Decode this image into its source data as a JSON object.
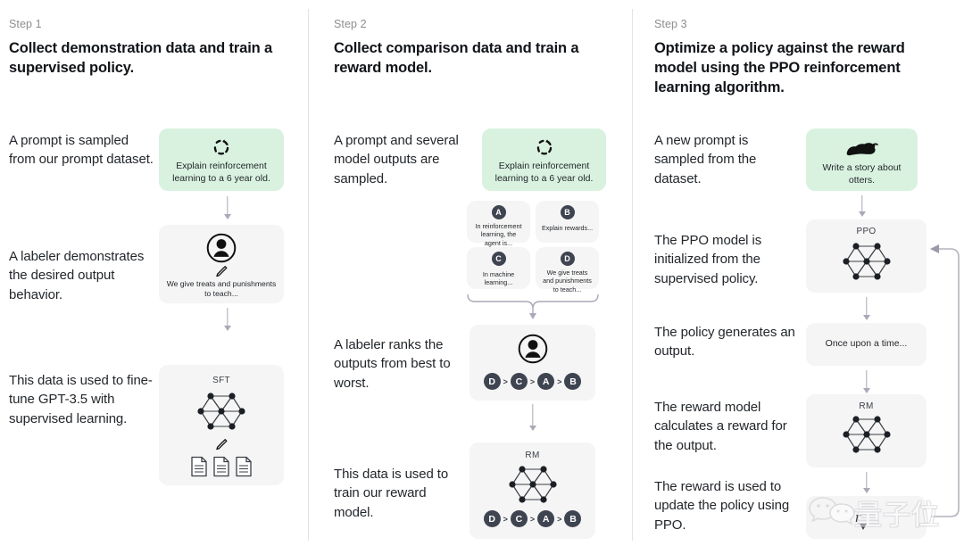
{
  "theme": {
    "bg": "#ffffff",
    "card_grey": "#f5f5f5",
    "card_green": "#d9f2e0",
    "arrow": "#a9a9b8",
    "badge": "#3f4451",
    "divider": "#e3e3e3",
    "text": "#23272b",
    "muted": "#8e8e8e"
  },
  "columns": [
    {
      "step_label": "Step 1",
      "title": "Collect demonstration data and train a supervised policy.",
      "captions": [
        "A prompt is sampled from our prompt dataset.",
        "A labeler demonstrates the desired output behavior.",
        "This data is used to fine-tune GPT-3.5 with supervised learning."
      ],
      "cards": [
        {
          "icon": "refresh-circle-icon",
          "text": "Explain reinforcement learning to a 6 year old.",
          "style": "green"
        },
        {
          "icon": "person-circle-icon",
          "text": "We give treats and punishments to teach...",
          "style": "grey"
        },
        {
          "icon": "neural-network-icon",
          "label": "SFT",
          "text": "",
          "style": "grey"
        }
      ]
    },
    {
      "step_label": "Step 2",
      "title": "Collect comparison data and train a reward model.",
      "captions": [
        "A prompt and several model outputs are sampled.",
        "A labeler ranks the outputs from best to worst.",
        "This data is used to train our reward model."
      ],
      "prompt_card": {
        "icon": "refresh-circle-icon",
        "text": "Explain reinforcement learning to a 6 year old.",
        "style": "green"
      },
      "outputs": [
        {
          "badge": "A",
          "text": "In reinforcement learning, the agent is..."
        },
        {
          "badge": "B",
          "text": "Explain rewards..."
        },
        {
          "badge": "C",
          "text": "In machine learning..."
        },
        {
          "badge": "D",
          "text": "We give treats and punishments to teach..."
        }
      ],
      "ranking": [
        "D",
        "C",
        "A",
        "B"
      ],
      "ranking_separator": ">",
      "rm_label": "RM"
    },
    {
      "step_label": "Step 3",
      "title": "Optimize a policy against the reward model using the PPO reinforcement learning algorithm.",
      "captions": [
        "A new prompt is sampled from the dataset.",
        "The PPO model is initialized from the supervised policy.",
        "The policy generates an output.",
        "The reward model calculates a reward for the output.",
        "The reward is used to update the policy using PPO."
      ],
      "cards": [
        {
          "icon": "otter-icon",
          "text": "Write a story about otters.",
          "style": "green"
        },
        {
          "icon": "neural-network-icon",
          "label": "PPO",
          "text": "",
          "style": "grey"
        },
        {
          "icon": "none",
          "text": "Once upon a time...",
          "style": "grey"
        },
        {
          "icon": "neural-network-icon",
          "label": "RM",
          "text": "",
          "style": "grey"
        },
        {
          "icon": "reward-icon",
          "text": "",
          "style": "grey"
        }
      ]
    }
  ],
  "watermark": {
    "icon": "wechat-icon",
    "text": "量子位"
  }
}
